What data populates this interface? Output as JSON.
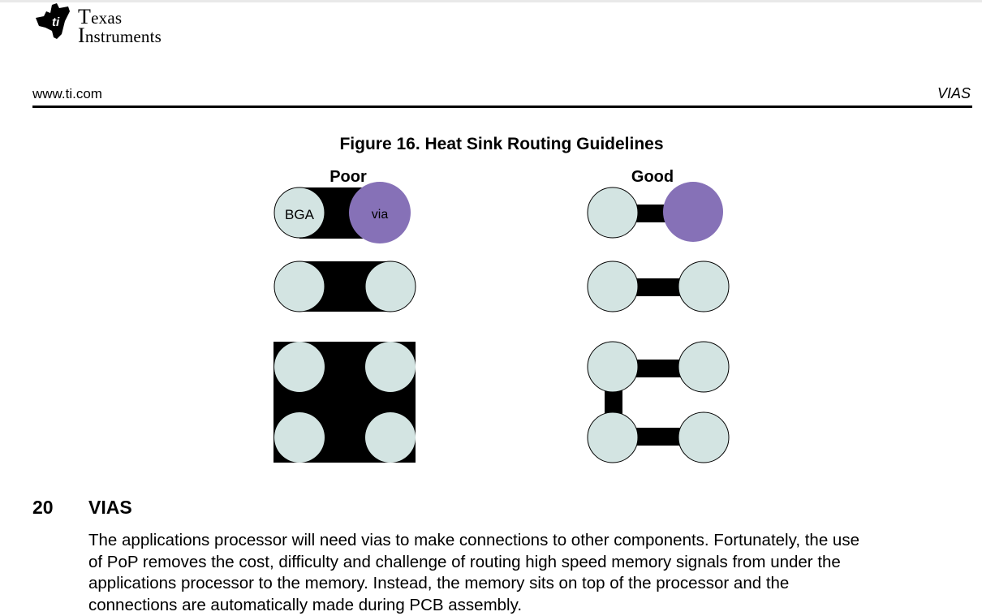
{
  "header": {
    "logo_name": "Texas Instruments",
    "logo_lines": [
      "Texas",
      "Instruments"
    ],
    "site": "www.ti.com",
    "section_label": "VIAS"
  },
  "figure": {
    "title": "Figure 16. Heat Sink Routing Guidelines",
    "poor_label": "Poor",
    "good_label": "Good",
    "bga_label": "BGA",
    "via_label": "via"
  },
  "colors": {
    "pad": "#d3e4e2",
    "via": "#8671b7",
    "copper": "#000000",
    "rule": "#000000"
  },
  "section": {
    "number": "20",
    "title": "VIAS",
    "body": "The applications processor will need vias to make connections to other components. Fortunately, the use\nof PoP removes the cost, difficulty and challenge of routing high speed memory signals from under the\napplications processor to the memory. Instead, the memory sits on top of the processor and the\nconnections are automatically made during PCB assembly."
  }
}
